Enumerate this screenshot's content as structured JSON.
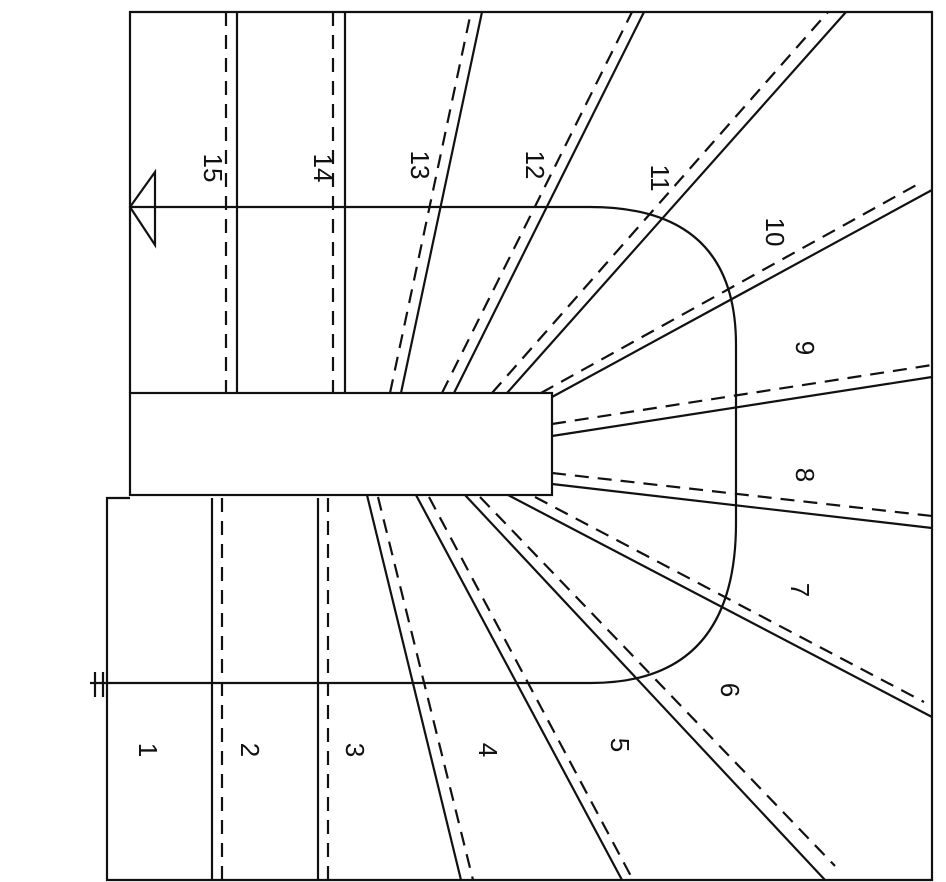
{
  "diagram": {
    "type": "staircase-plan",
    "step_labels": [
      "1",
      "2",
      "3",
      "4",
      "5",
      "6",
      "7",
      "8",
      "9",
      "10",
      "11",
      "12",
      "13",
      "14",
      "15"
    ],
    "colors": {
      "line": "#111111",
      "background": "#ffffff"
    }
  }
}
